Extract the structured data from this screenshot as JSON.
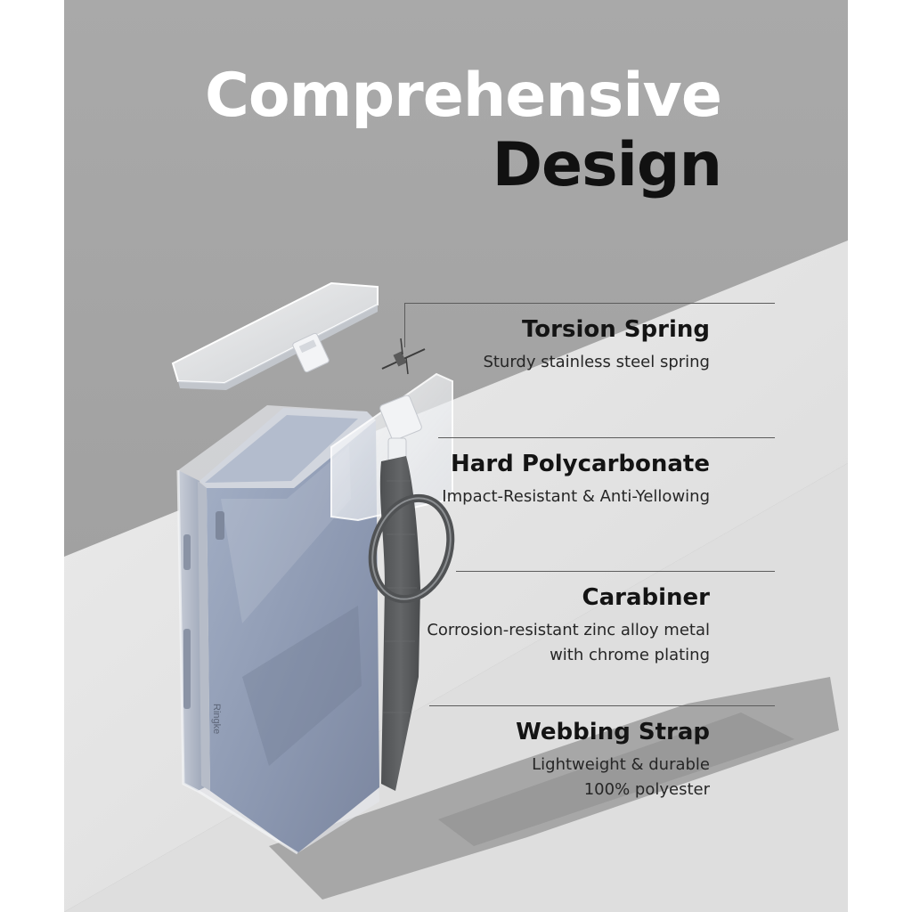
{
  "headline": {
    "line1": "Comprehensive",
    "line2": "Design"
  },
  "features": [
    {
      "title": "Torsion Spring",
      "desc_lines": [
        "Sturdy stainless steel spring"
      ]
    },
    {
      "title": "Hard Polycarbonate",
      "desc_lines": [
        "Impact-Resistant & Anti-Yellowing"
      ]
    },
    {
      "title": "Carabiner",
      "desc_lines": [
        "Corrosion-resistant zinc alloy metal",
        "with chrome plating"
      ]
    },
    {
      "title": "Webbing Strap",
      "desc_lines": [
        "Lightweight & durable",
        "100% polyester"
      ]
    }
  ],
  "phone_case": {
    "case_brand_text": "Ringke"
  },
  "colors": {
    "background_shadow": "#a8a8a8",
    "background_light": "#e6e6e6",
    "headline_primary": "#ffffff",
    "headline_secondary": "#111111",
    "strap": "#585a5c",
    "phone_body": "#8f9cb5"
  }
}
